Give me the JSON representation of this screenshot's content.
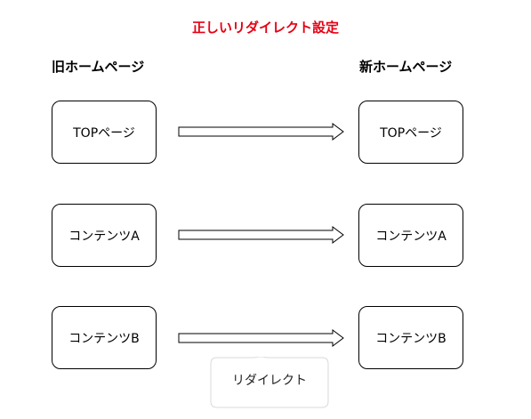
{
  "title": "正しいリダイレクト設定",
  "columns": {
    "old": "旧ホームページ",
    "new": "新ホームページ"
  },
  "rows": [
    {
      "old": "TOPページ",
      "new": "TOPページ"
    },
    {
      "old": "コンテンツA",
      "new": "コンテンツA"
    },
    {
      "old": "コンテンツB",
      "new": "コンテンツB"
    }
  ],
  "callout": {
    "label": "リダイレクト"
  },
  "colors": {
    "title": "#e60012",
    "stroke": "#000000",
    "callout_border": "#d9d9d9"
  }
}
